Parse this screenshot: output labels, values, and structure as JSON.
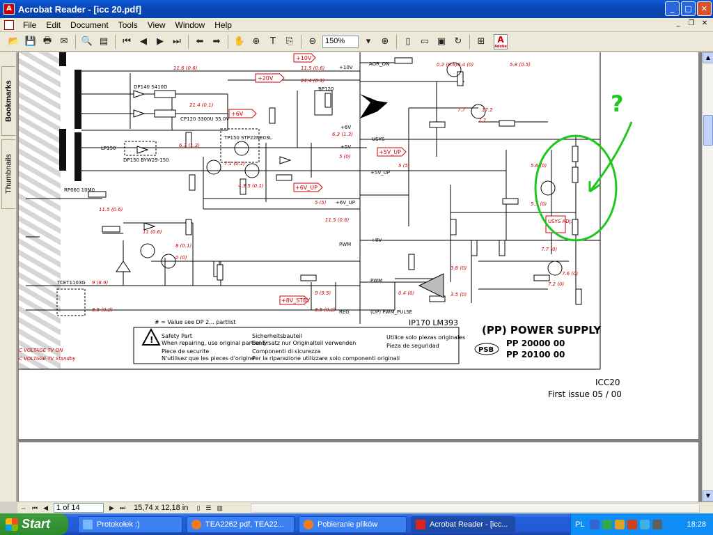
{
  "window": {
    "title": "Acrobat Reader - [icc 20.pdf]",
    "app_icon": "acrobat-icon",
    "controls": [
      "minimize",
      "maximize",
      "close"
    ]
  },
  "menubar": {
    "items": [
      "File",
      "Edit",
      "Document",
      "Tools",
      "View",
      "Window",
      "Help"
    ]
  },
  "toolbar": {
    "zoom_value": "150%",
    "icons": [
      "open-icon",
      "save-icon",
      "print-icon",
      "email-icon",
      "search-icon",
      "show-hide-navigation-icon",
      "first-page-icon",
      "prev-page-icon",
      "next-page-icon",
      "last-page-icon",
      "go-back-icon",
      "go-forward-icon",
      "hand-tool-icon",
      "zoom-in-tool-icon",
      "text-select-icon",
      "snapshot-icon",
      "zoom-out-icon",
      "zoom-in-icon",
      "actual-size-icon",
      "fit-page-icon",
      "fit-width-icon",
      "rotate-icon",
      "more-tools-icon",
      "adobe-logo"
    ],
    "adobe_logo_text": "Adobe"
  },
  "navpanel": {
    "tabs": [
      "Bookmarks",
      "Thumbnails"
    ]
  },
  "statusbar": {
    "page_indicator": "1 of 14",
    "dimensions": "15,74 x 12,18 in"
  },
  "document": {
    "schematic_labels": {
      "bp120": "BP120",
      "p20v": "+20V",
      "p10v": "+10V",
      "p6v": "+6V",
      "p5v": "+5V",
      "p6v_up": "+6V_UP",
      "p5v_up": "+5V_UP",
      "p8v": "+8V",
      "p8v_stby": "+8V_STBY",
      "pwm": "PWM",
      "usys": "USYS",
      "reg": "REG",
      "dp_pwm_pulse": "(DP) PWM_PULSE",
      "aor_on": "AOR_ON",
      "ip170": "IP170  LM393",
      "tp150": "TP150\nSTP22NE03L",
      "dp150": "DP150\nBYW29-150",
      "dp140": "DP140\nS410D",
      "cp120": "CP120\n3300U\n35.0V",
      "rp060": "RP060\n10M0",
      "lp150": "LP150",
      "tcet": "TCET1103G",
      "usys_adj": "USYS\nADJ.",
      "question_mark": "?"
    },
    "legend": {
      "value_note": "# = Value see DP 2... partlist",
      "safety_en_1": "Safety Part",
      "safety_en_2": "When repairing, use original part only",
      "safety_fr_1": "Piece de securite",
      "safety_fr_2": "N'utilisez que les pieces d'origine",
      "safety_de_1": "Sicherheitsbauteil",
      "safety_de_2": "Bei Ersatz nur Originalteil verwenden",
      "safety_it_1": "Componenti di sicurezza",
      "safety_it_2": "Per la riparazione utilizzare solo componenti originali",
      "safety_es_1": "Utilice solo piezas originales",
      "safety_es_2": "Pieza de seguridad"
    },
    "title_block": {
      "section": "(PP) POWER SUPPLY",
      "psb_badge": "PSB",
      "part_1": "PP 20000 00",
      "part_2": "PP 20100 00",
      "chassis": "ICC20",
      "issue": "First issue 05 / 00"
    },
    "left_notes": {
      "note_1": "C VOLTAGE TV ON",
      "note_2": "C VOLTAGE TV Standby"
    }
  },
  "taskbar": {
    "start_label": "Start",
    "tasks": [
      {
        "label": "Protokołek :)",
        "icon": "messenger-icon",
        "color": "#7ab7ff"
      },
      {
        "label": "TEA2262 pdf, TEA22...",
        "icon": "firefox-icon",
        "color": "#f07c1e"
      },
      {
        "label": "Pobieranie plików",
        "icon": "firefox-icon",
        "color": "#f07c1e"
      },
      {
        "label": "Acrobat Reader - [icc...",
        "icon": "acrobat-icon",
        "color": "#d22"
      }
    ],
    "tray": {
      "language": "PL",
      "clock": "18:28"
    }
  }
}
